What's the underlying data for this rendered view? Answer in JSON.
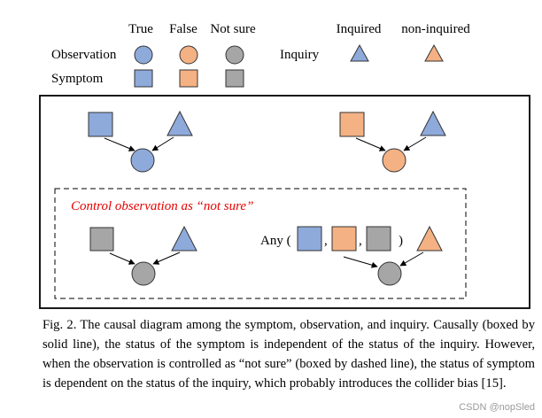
{
  "legend": {
    "col_true": "True",
    "col_false": "False",
    "col_not_sure": "Not sure",
    "row_observation": "Observation",
    "row_symptom": "Symptom",
    "inquiry": "Inquiry",
    "inquired": "Inquired",
    "non_inquired": "non-inquired"
  },
  "colors": {
    "true": "#8eaadb",
    "false": "#f4b183",
    "not_sure": "#a6a6a6",
    "inquired": "#8eaadb",
    "non_inquired": "#f4b183",
    "annotation": "#e60000"
  },
  "diagram": {
    "control_label": "Control observation as “not sure”",
    "any_label": "Any (",
    "comma_1": ",",
    "comma_2": ",",
    "close_paren": ")"
  },
  "caption": {
    "text": "Fig. 2.   The causal diagram among the symptom, observation, and inquiry. Causally (boxed by solid line), the status of the symptom is independent of the status of the inquiry. However, when the observation is controlled as “not sure” (boxed by dashed line), the status of symptom is dependent on the status of the inquiry, which probably introduces the collider bias [15]."
  },
  "watermark": "CSDN @nopSled"
}
